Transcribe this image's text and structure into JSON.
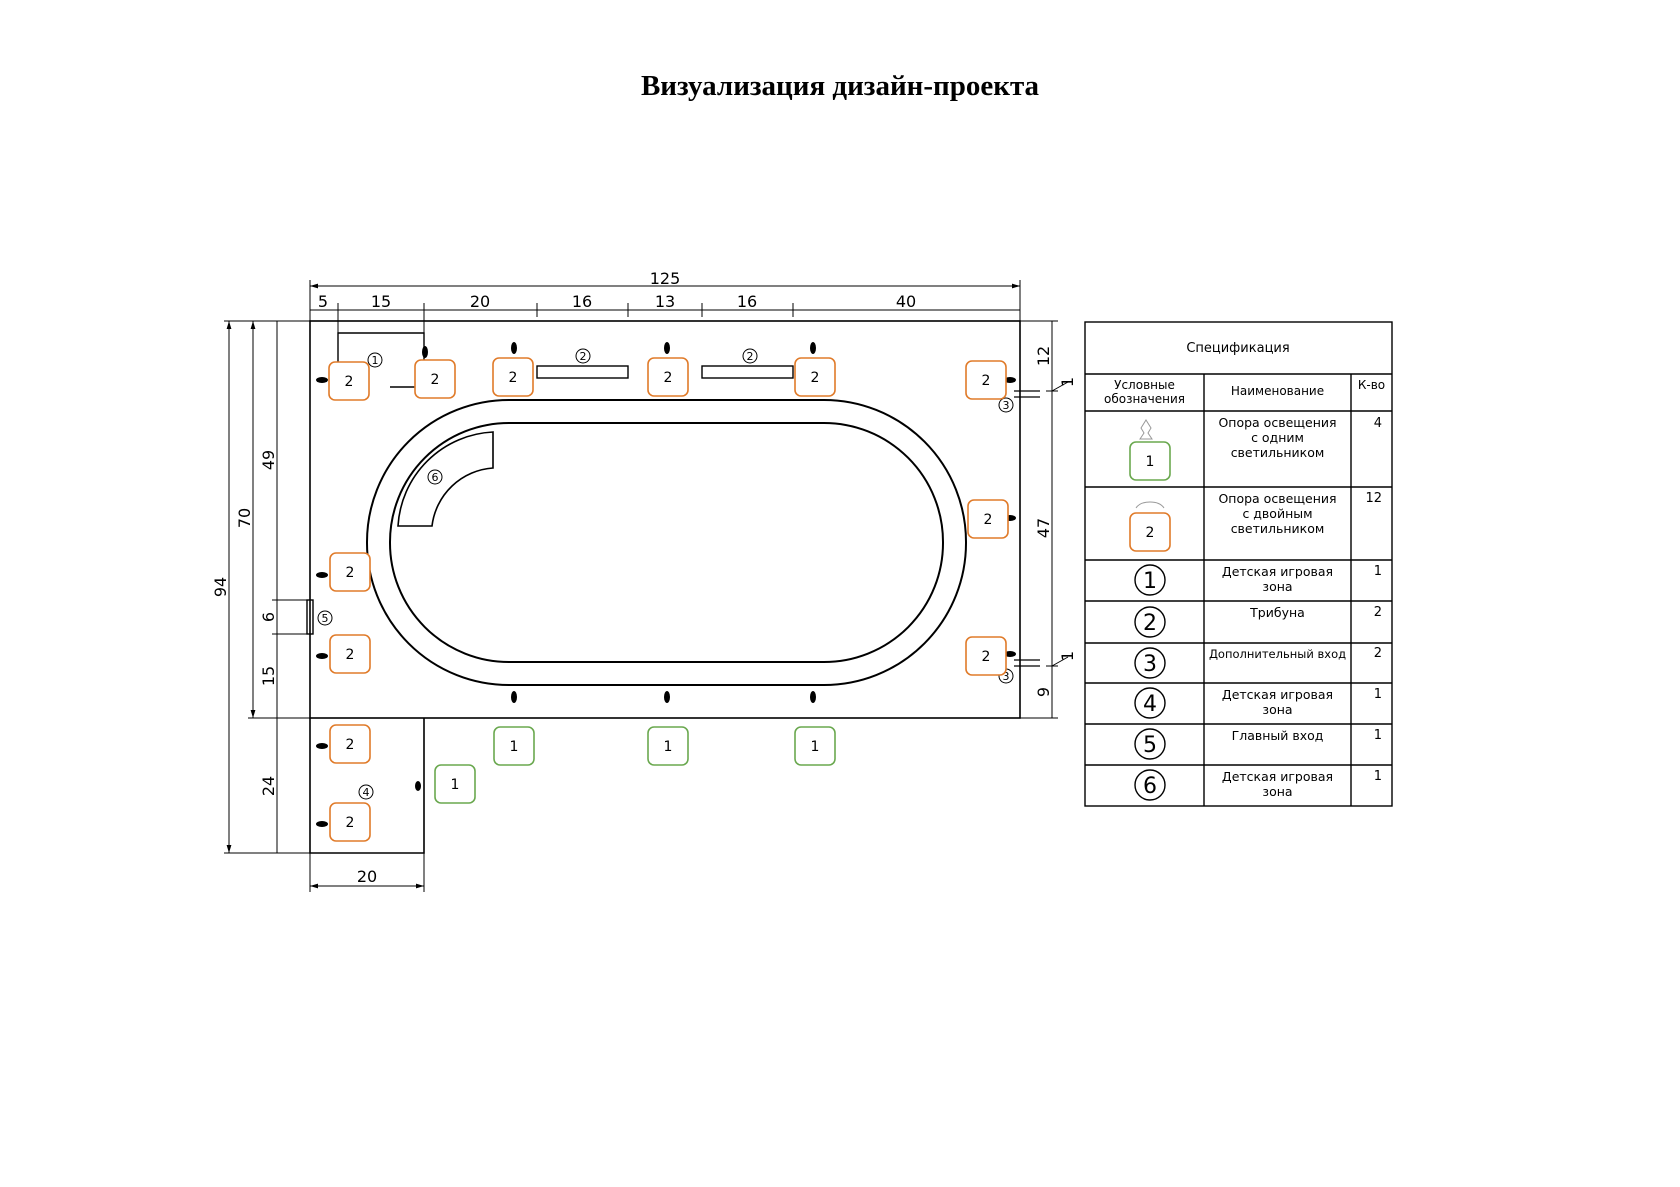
{
  "title": "Визуализация дизайн-проекта",
  "dimensions": {
    "total_width": "125",
    "top_segments": [
      "5",
      "15",
      "20",
      "16",
      "13",
      "16",
      "40"
    ],
    "left_outer": "94",
    "left_middle": "70",
    "left_segments": [
      "49",
      "6",
      "15",
      "24"
    ],
    "right_segments": [
      "12",
      "1",
      "47",
      "1",
      "9"
    ],
    "bottom": "20"
  },
  "zone_labels": {
    "kids_zone": "1",
    "stand": "2",
    "extra_entrance": "3",
    "kids_zone_4": "4",
    "main_entrance": "5",
    "kids_zone_6": "6"
  },
  "light_markers": {
    "single": "1",
    "double": "2"
  },
  "spec_table": {
    "title": "Спецификация",
    "headers": [
      "Условные обозначения",
      "Наименование",
      "К-во"
    ],
    "rows": [
      {
        "symbol": "1",
        "name": "Опора освещения с одним светильником",
        "qty": "4"
      },
      {
        "symbol": "2",
        "name": "Опора освещения с двойным светильником",
        "qty": "12"
      },
      {
        "symbol": "1",
        "name": "Детская игровая зона",
        "qty": "1"
      },
      {
        "symbol": "2",
        "name": "Трибуна",
        "qty": "2"
      },
      {
        "symbol": "3",
        "name": "Дополнительный вход",
        "qty": "2"
      },
      {
        "symbol": "4",
        "name": "Детская игровая зона",
        "qty": "1"
      },
      {
        "symbol": "5",
        "name": "Главный вход",
        "qty": "1"
      },
      {
        "symbol": "6",
        "name": "Детская игровая зона",
        "qty": "1"
      }
    ]
  },
  "colors": {
    "single_light": "#6aa84f",
    "double_light": "#e07b2a",
    "line": "#000000"
  }
}
